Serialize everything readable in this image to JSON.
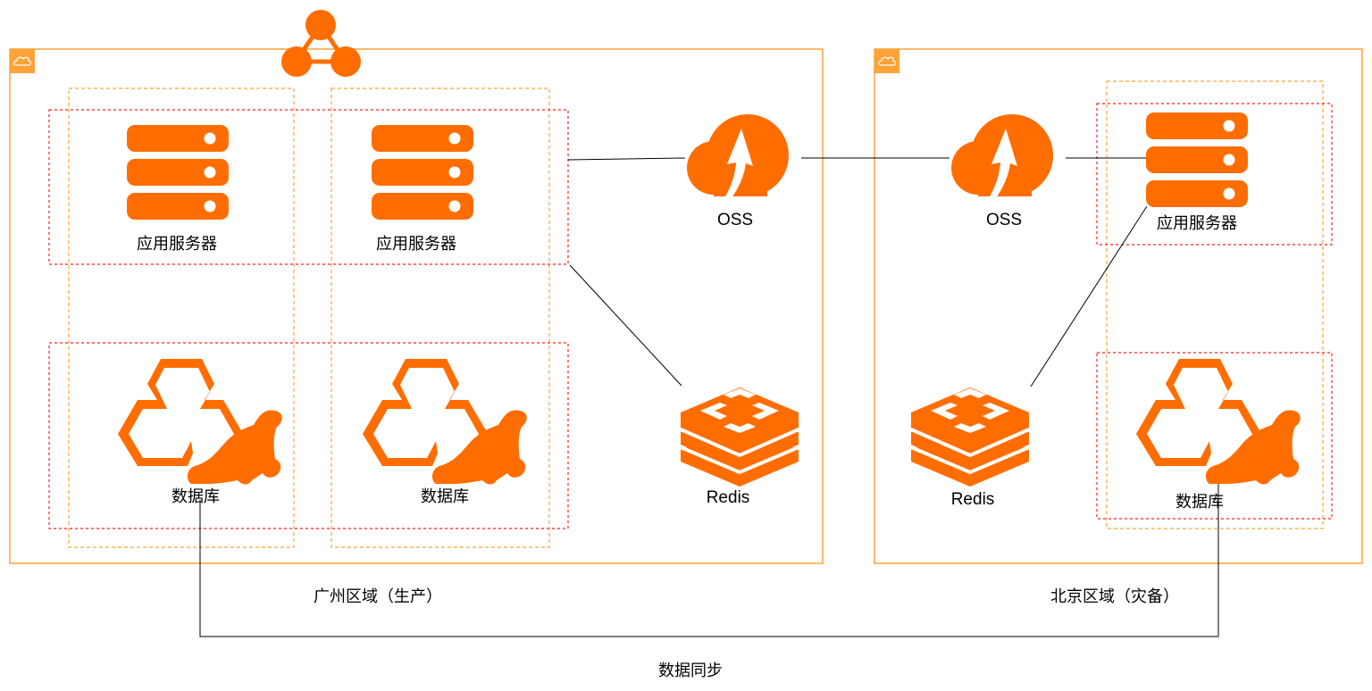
{
  "colors": {
    "accent": "#FF6D00",
    "region_border": "#FFA238",
    "az_dash": "#FFA238",
    "group_dash": "#FF1F1F",
    "line": "#000000"
  },
  "top_icon": "vpc-icon",
  "regions": [
    {
      "id": "guangzhou",
      "label": "广州区域（生产）",
      "badge_icon": "cloud-icon",
      "nodes": {
        "app_servers": [
          {
            "label": "应用服务器",
            "icon": "server-icon"
          },
          {
            "label": "应用服务器",
            "icon": "server-icon"
          }
        ],
        "databases": [
          {
            "label": "数据库",
            "icon": "mariadb-icon"
          },
          {
            "label": "数据库",
            "icon": "mariadb-icon"
          }
        ],
        "oss": {
          "label": "OSS",
          "icon": "oss-icon"
        },
        "redis": {
          "label": "Redis",
          "icon": "redis-icon"
        }
      }
    },
    {
      "id": "beijing",
      "label": "北京区域（灾备）",
      "badge_icon": "cloud-icon",
      "nodes": {
        "app_servers": [
          {
            "label": "应用服务器",
            "icon": "server-icon"
          }
        ],
        "databases": [
          {
            "label": "数据库",
            "icon": "mariadb-icon"
          }
        ],
        "oss": {
          "label": "OSS",
          "icon": "oss-icon"
        },
        "redis": {
          "label": "Redis",
          "icon": "redis-icon"
        }
      }
    }
  ],
  "connections": [
    {
      "from": "guangzhou.app_servers",
      "to": "guangzhou.oss"
    },
    {
      "from": "guangzhou.oss",
      "to": "beijing.oss"
    },
    {
      "from": "beijing.oss",
      "to": "beijing.app_servers"
    },
    {
      "from": "guangzhou.app_servers",
      "to": "guangzhou.redis"
    },
    {
      "from": "beijing.app_servers",
      "to": "beijing.redis"
    },
    {
      "from": "guangzhou.databases",
      "to": "beijing.databases",
      "label": "数据同步"
    }
  ],
  "sync_label": "数据同步"
}
